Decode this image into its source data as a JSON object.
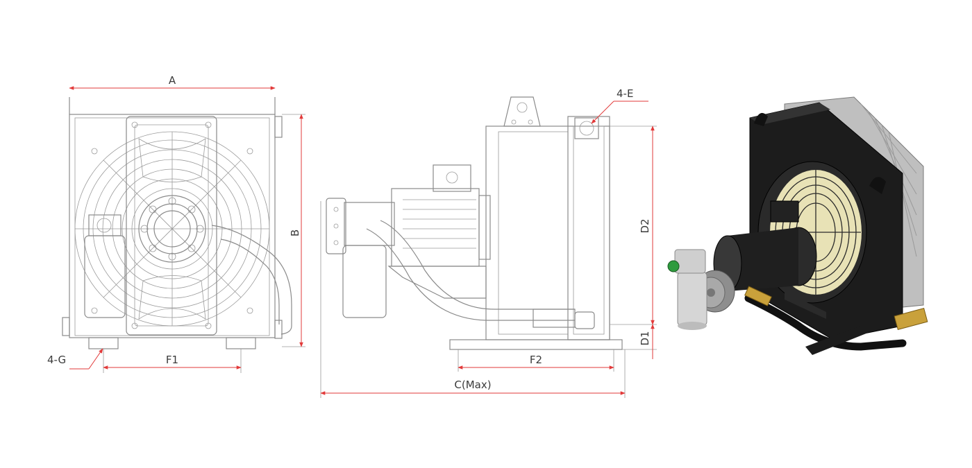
{
  "labels": {
    "A": "A",
    "B": "B",
    "F1": "F1",
    "G": "4-G",
    "E": "4-E",
    "D2": "D2",
    "D1": "D1",
    "F2": "F2",
    "C": "C(Max)"
  },
  "colors": {
    "dimension": "#e23a3a",
    "outline": "#8a8a8a",
    "render_body": "#1c1c1c",
    "render_fin": "#bfbfbf",
    "brass": "#c9a13b",
    "green_gauge": "#2e9b3e"
  },
  "icons": {
    "front_view": "fan-cooler-front-view",
    "side_view": "fan-cooler-side-view",
    "render": "fan-cooler-3d-render"
  }
}
